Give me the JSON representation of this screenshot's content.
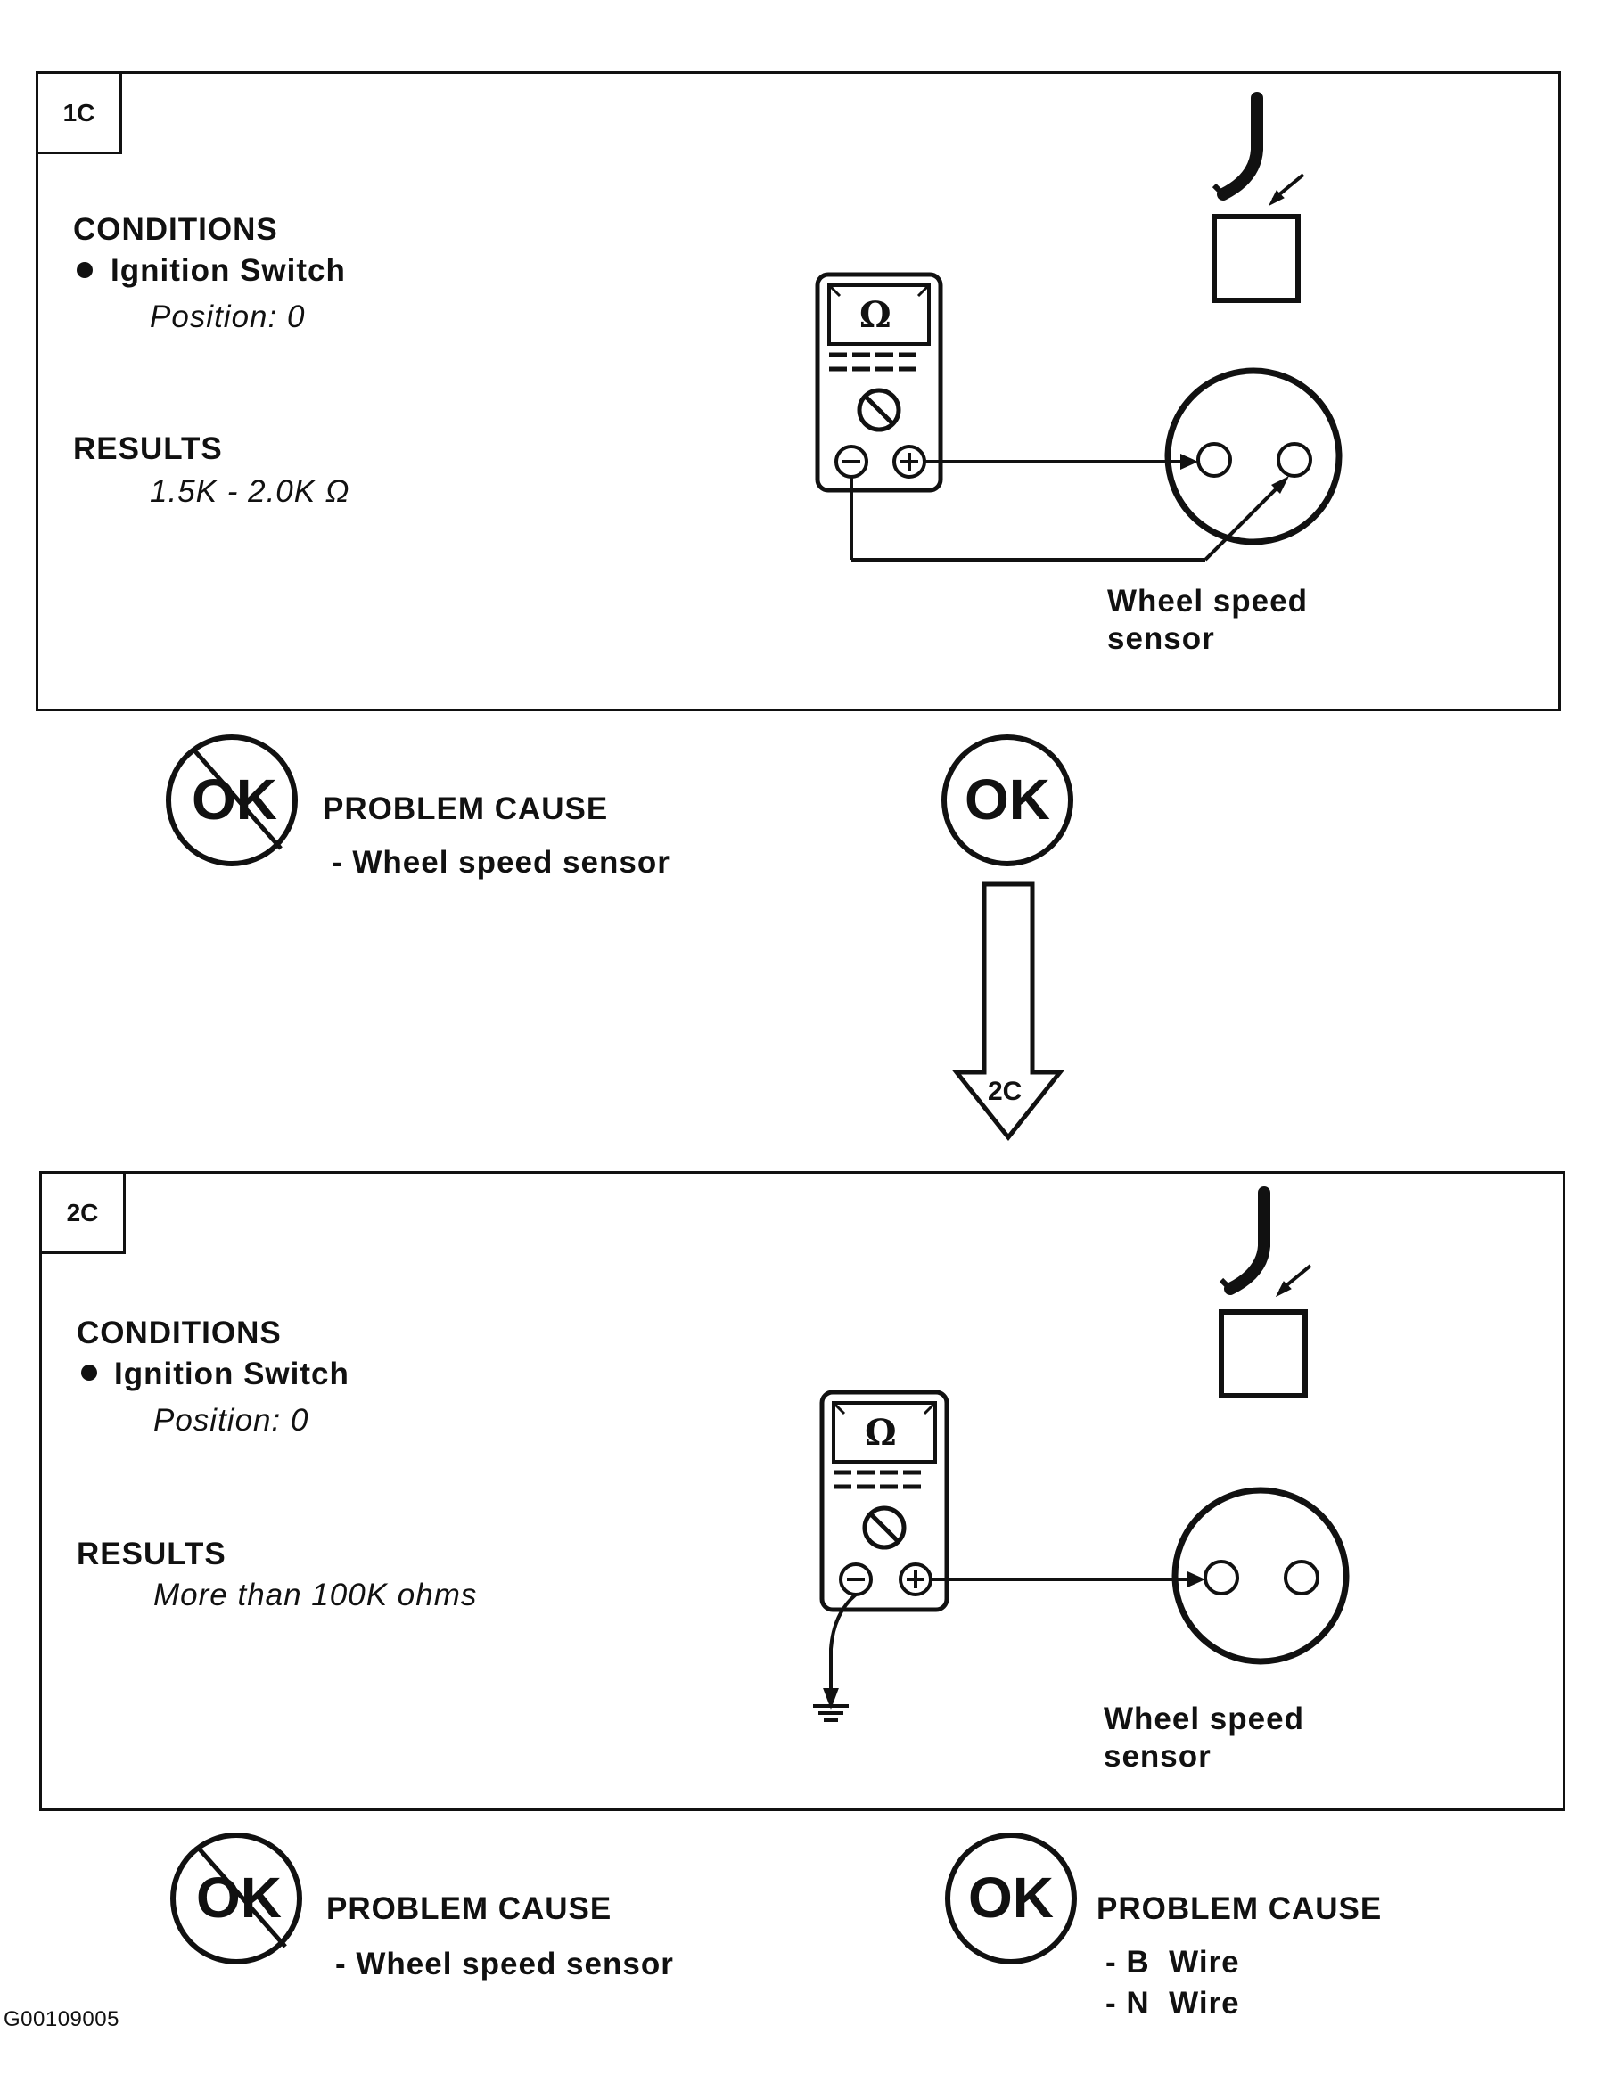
{
  "step1": {
    "tag": "1C",
    "conditions_label": "CONDITIONS",
    "condition_item": "Ignition Switch",
    "condition_detail": "Position: 0",
    "results_label": "RESULTS",
    "results_value": "1.5K - 2.0K Ω",
    "meter_symbol": "Ω",
    "sensor_label_line1": "Wheel speed",
    "sensor_label_line2": "sensor"
  },
  "step1_outcomes": {
    "not_ok_symbol": "OK",
    "not_ok_heading": "PROBLEM CAUSE",
    "not_ok_item": "- Wheel speed sensor",
    "ok_symbol": "OK"
  },
  "flow_arrow_label": "2C",
  "step2": {
    "tag": "2C",
    "conditions_label": "CONDITIONS",
    "condition_item": "Ignition Switch",
    "condition_detail": "Position: 0",
    "results_label": "RESULTS",
    "results_value": "More than 100K ohms",
    "meter_symbol": "Ω",
    "sensor_label_line1": "Wheel speed",
    "sensor_label_line2": "sensor"
  },
  "step2_outcomes": {
    "not_ok_symbol": "OK",
    "not_ok_heading": "PROBLEM CAUSE",
    "not_ok_item": "- Wheel speed sensor",
    "ok_symbol": "OK",
    "ok_heading": "PROBLEM CAUSE",
    "ok_item1": "- B  Wire",
    "ok_item2": "- N  Wire"
  },
  "figure_code": "G00109005"
}
